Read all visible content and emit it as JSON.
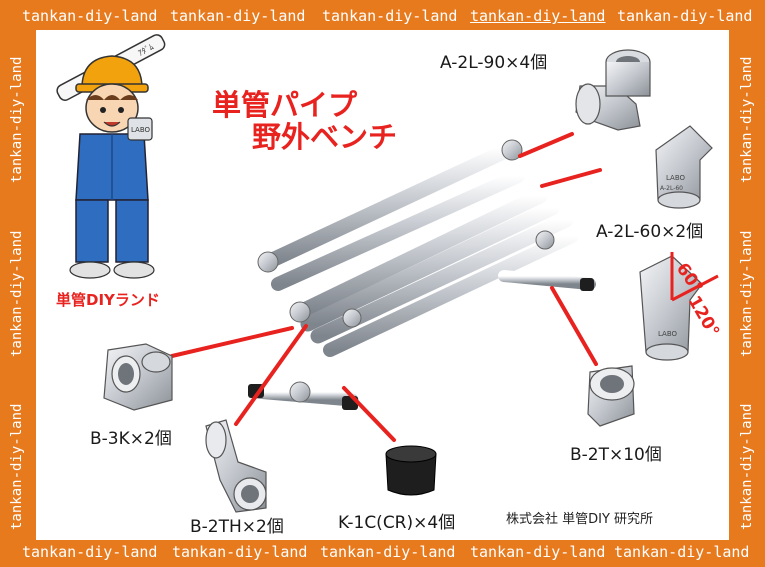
{
  "watermark": "tankan-diy-land",
  "title": {
    "line1": "単管パイプ",
    "line2": "野外ベンチ"
  },
  "mascot": {
    "brand_name": "単管DIYランド",
    "pipe_text": "ｱﾀﾞﾑ",
    "cup_text": "LABO"
  },
  "company": "株式会社 単管DIY 研究所",
  "parts": [
    {
      "id": "a2l90",
      "label": "A-2L-90×4個"
    },
    {
      "id": "a2l60",
      "label": "A-2L-60×2個"
    },
    {
      "id": "b3k",
      "label": "B-3K×2個"
    },
    {
      "id": "b2th",
      "label": "B-2TH×2個"
    },
    {
      "id": "k1c",
      "label": "K-1C(CR)×4個"
    },
    {
      "id": "b2t",
      "label": "B-2T×10個"
    }
  ],
  "fitting_marks": {
    "labo": "LABO",
    "a2l60_code": "A-2L-60"
  },
  "angles": {
    "a": "60°",
    "b": "120°"
  },
  "colors": {
    "frame": "#e87a1e",
    "accent": "#e8231f",
    "pipe": "#b9bdc4",
    "text": "#1a1a1a"
  }
}
